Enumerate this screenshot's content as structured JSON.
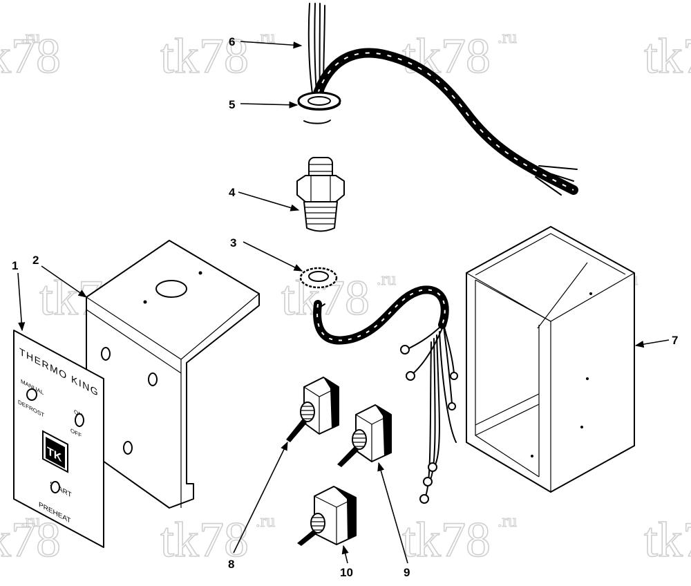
{
  "watermark": {
    "text": "tk78",
    "suffix": ".ru"
  },
  "callouts": [
    {
      "id": "1",
      "label": "1"
    },
    {
      "id": "2",
      "label": "2"
    },
    {
      "id": "3",
      "label": "3"
    },
    {
      "id": "4",
      "label": "4"
    },
    {
      "id": "5",
      "label": "5"
    },
    {
      "id": "6",
      "label": "6"
    },
    {
      "id": "7",
      "label": "7"
    },
    {
      "id": "8",
      "label": "8"
    },
    {
      "id": "9",
      "label": "9"
    },
    {
      "id": "10",
      "label": "10"
    }
  ],
  "panel": {
    "brand": "THERMO KING",
    "manual": "MANUAL",
    "defrost": "DEFROST",
    "on": "ON",
    "off": "OFF",
    "logo": "TK",
    "start": "START",
    "preheat": "PREHEAT"
  }
}
